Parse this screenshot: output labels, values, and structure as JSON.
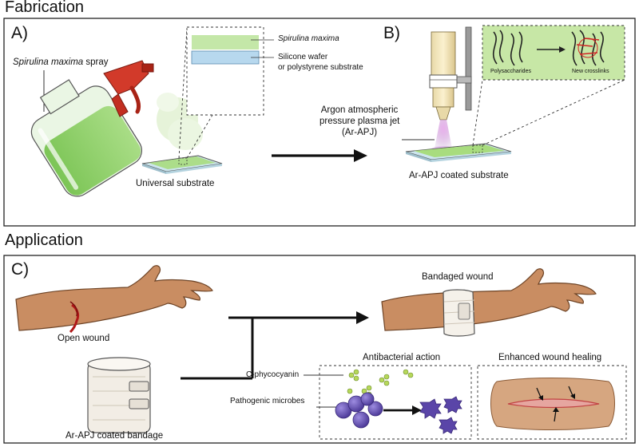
{
  "fabrication": {
    "title": "Fabrication",
    "panel_a": {
      "label": "A)",
      "spray_label_italic": "Spirulina maxima",
      "spray_label_rest": " spray",
      "layer_top": "Spirulina maxima",
      "layer_bottom_line1": "Silicone wafer",
      "layer_bottom_line2": "or polystyrene substrate",
      "substrate_caption": "Universal substrate"
    },
    "panel_b": {
      "label": "B)",
      "jet_line1": "Argon atmospheric",
      "jet_line2": "pressure plasma jet",
      "jet_line3": "(Ar-APJ)",
      "inset_left": "Polysaccharides",
      "inset_right": "New crosslinks",
      "substrate_caption": "Ar-APJ coated substrate"
    }
  },
  "application": {
    "title": "Application",
    "panel_c": {
      "label": "C)",
      "open_wound": "Open wound",
      "bandaged_wound": "Bandaged wound",
      "bandage": "Ar-APJ coated bandage",
      "antibacterial_title": "Antibacterial action",
      "cphycocyanin": "C-phycocyanin",
      "microbes": "Pathogenic microbes",
      "healing_title": "Enhanced wound healing"
    }
  },
  "colors": {
    "spirulina_green": "#8fd36b",
    "sprayer_red": "#d23a2a",
    "skin": "#c98d62",
    "microbe_purple": "#6a55b5",
    "plasma_pink": "#d98ad8"
  }
}
